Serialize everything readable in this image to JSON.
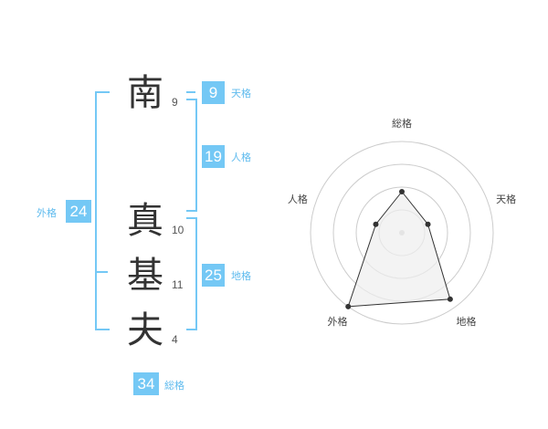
{
  "name": {
    "chars": [
      {
        "char": "南",
        "strokes": "9"
      },
      {
        "char": "真",
        "strokes": "10"
      },
      {
        "char": "基",
        "strokes": "11"
      },
      {
        "char": "夫",
        "strokes": "4"
      }
    ]
  },
  "kakusu": {
    "tenkaku": {
      "value": "9",
      "label": "天格"
    },
    "jinkaku": {
      "value": "19",
      "label": "人格"
    },
    "chikaku": {
      "value": "25",
      "label": "地格"
    },
    "gaikaku": {
      "value": "24",
      "label": "外格"
    },
    "soukaku": {
      "value": "34",
      "label": "総格"
    }
  },
  "colors": {
    "accent": "#74c8f5",
    "label_text": "#5fbbee",
    "char_text": "#333333"
  },
  "chart_data": {
    "type": "radar",
    "axes": [
      "総格",
      "天格",
      "地格",
      "外格",
      "人格"
    ],
    "values": [
      0.45,
      0.3,
      0.9,
      1.0,
      0.3
    ],
    "rings": 4,
    "grid": true
  }
}
